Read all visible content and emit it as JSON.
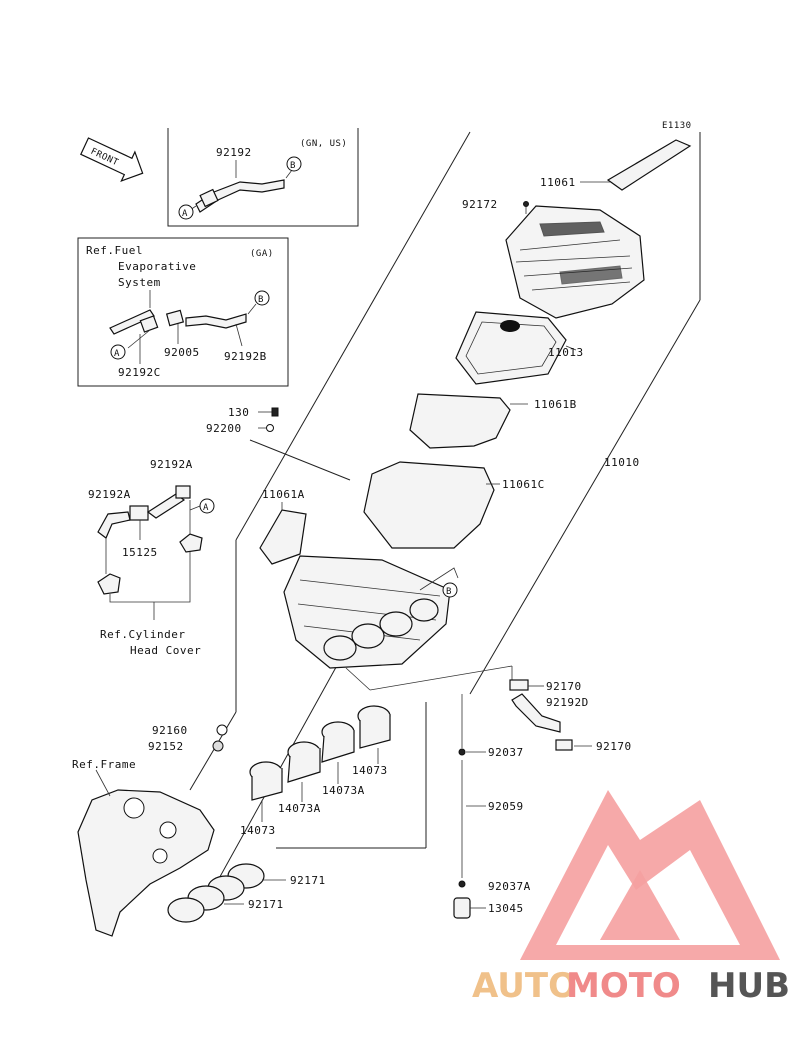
{
  "diagram": {
    "code": "E1130",
    "front_label": "FRONT",
    "inset_top": {
      "region": "(GN, US)",
      "part": "92192",
      "conn_a": "A",
      "conn_b": "B"
    },
    "inset_ga": {
      "region": "(GA)",
      "ref_line1": "Ref.Fuel",
      "ref_line2": "Evaporative",
      "ref_line3": "System",
      "part_92005": "92005",
      "part_92192b": "92192B",
      "part_92192c": "92192C",
      "conn_a": "A",
      "conn_b": "B"
    },
    "parts": {
      "p11061": "11061",
      "p92172": "92172",
      "p11013": "11013",
      "p11061b": "11061B",
      "p11010": "11010",
      "p11061c": "11061C",
      "p11061a": "11061A",
      "p130": "130",
      "p92200": "92200",
      "p92192a_top": "92192A",
      "p92192a": "92192A",
      "p15125": "15125",
      "p92170_a": "92170",
      "p92192d": "92192D",
      "p92170_b": "92170",
      "p92037": "92037",
      "p92059": "92059",
      "p92037a": "92037A",
      "p13045": "13045",
      "p92160": "92160",
      "p92152": "92152",
      "p14073_a": "14073",
      "p14073a_a": "14073A",
      "p14073a_b": "14073A",
      "p14073_b": "14073",
      "p92171_a": "92171",
      "p92171_b": "92171"
    },
    "refs": {
      "cyl_line1": "Ref.Cylinder",
      "cyl_line2": "Head Cover",
      "frame": "Ref.Frame"
    },
    "connectors": {
      "a": "A",
      "b": "B"
    }
  },
  "watermark": {
    "part1": "AUTO",
    "part2": "MOTO",
    "part3": "HUB",
    "colors": {
      "auto": "#f0c18a",
      "moto": "#f08a8a",
      "hub": "#555555",
      "logo": "#f5a0a0"
    }
  }
}
